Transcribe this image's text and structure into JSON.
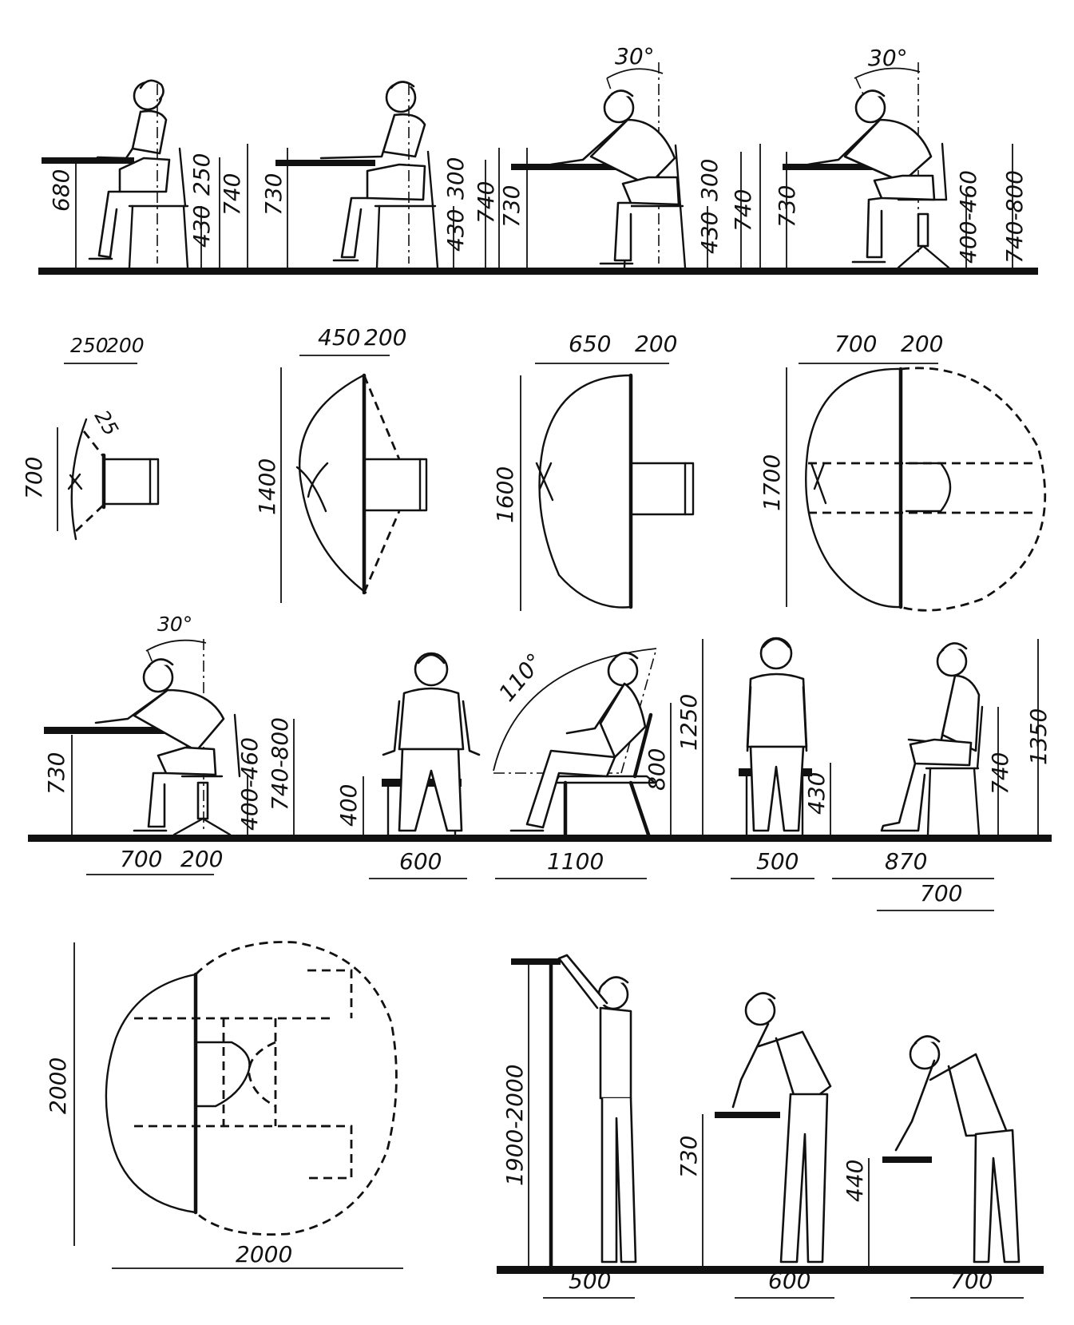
{
  "colors": {
    "ink": "#111111",
    "paper": "#ffffff"
  },
  "row1": {
    "panel1": {
      "h_table": "680",
      "h_seat": "430",
      "h_seat_to_table": "250",
      "h_total": "740"
    },
    "panel2": {
      "h_table": "730",
      "h_seat": "430",
      "h_seat_to_table": "300",
      "h_total": "740"
    },
    "panel3": {
      "angle": "30°",
      "h_table": "730",
      "h_seat": "430",
      "h_seat_to_table": "300",
      "h_total": "740"
    },
    "panel4": {
      "angle": "30°",
      "h_table": "730",
      "h_seat": "400-460",
      "h_total": "740-800"
    }
  },
  "row2": {
    "plan1": {
      "depth": "250",
      "chair": "200",
      "width": "700",
      "offset": "25"
    },
    "plan2": {
      "depth": "450",
      "chair": "200",
      "width": "1400"
    },
    "plan3": {
      "depth": "650",
      "chair": "200",
      "width": "1600"
    },
    "plan4": {
      "depth": "700",
      "chair": "200",
      "width": "1700"
    }
  },
  "row3": {
    "panel1": {
      "angle": "30°",
      "h_table": "730",
      "h_seat": "400-460",
      "h_total": "740-800",
      "w_reach": "700",
      "w_chair": "200"
    },
    "panel2": {
      "h_seat": "400",
      "width": "600"
    },
    "panel3": {
      "angle": "110°",
      "h_back": "800",
      "h_total": "1250",
      "width": "1100"
    },
    "panel4": {
      "h_seat": "430",
      "width": "500"
    },
    "panel5": {
      "h_total": "740",
      "h_max": "1350",
      "w_outer": "870",
      "w_inner": "700"
    }
  },
  "row4": {
    "plan": {
      "height": "2000",
      "width": "2000"
    },
    "reach": {
      "height": "1900-2000",
      "width": "500"
    },
    "bend1": {
      "height": "730",
      "width": "600"
    },
    "bend2": {
      "height": "440",
      "width": "700"
    }
  }
}
